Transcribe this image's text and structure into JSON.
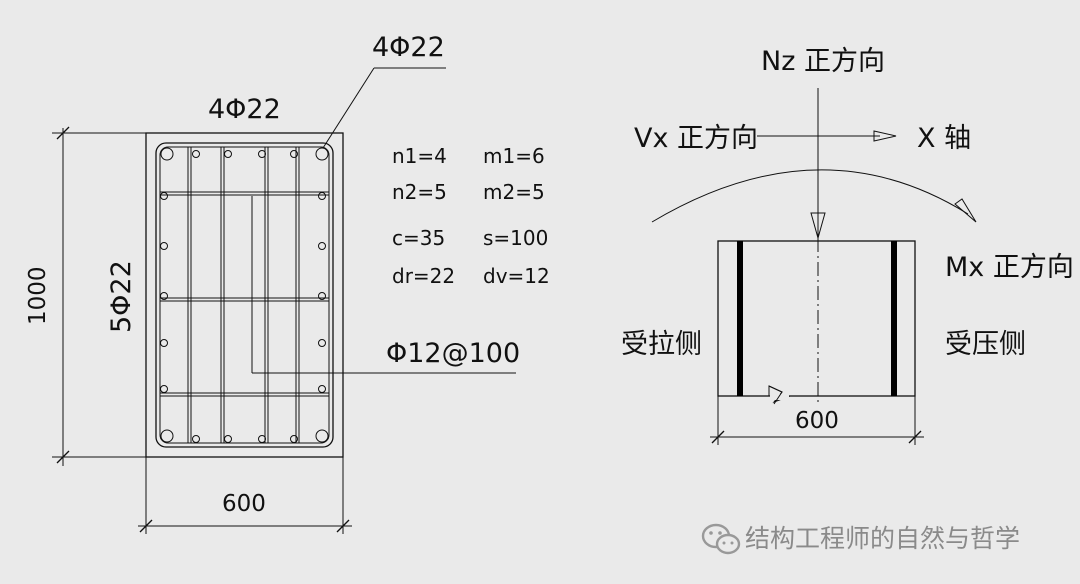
{
  "section": {
    "top_rebar_label": "4Φ22",
    "corner_rebar_label": "4Φ22",
    "side_rebar_label": "5Φ22",
    "height_dim": "1000",
    "width_dim": "600",
    "stirrup_label": "Φ12@100",
    "params": [
      [
        "n1=4",
        "m1=6"
      ],
      [
        "n2=5",
        "m2=5"
      ],
      [
        "c=35",
        "s=100"
      ],
      [
        "dr=22",
        "dv=12"
      ]
    ]
  },
  "loads": {
    "nz_label": "Nz 正方向",
    "vx_label": "Vx 正方向",
    "x_axis_label": "X 轴",
    "mx_label": "Mx 正方向",
    "tension_side": "受拉侧",
    "compression_side": "受压侧",
    "width_dim": "600"
  },
  "watermark": {
    "text": "结构工程师的自然与哲学",
    "logo": "wechat-icon"
  }
}
